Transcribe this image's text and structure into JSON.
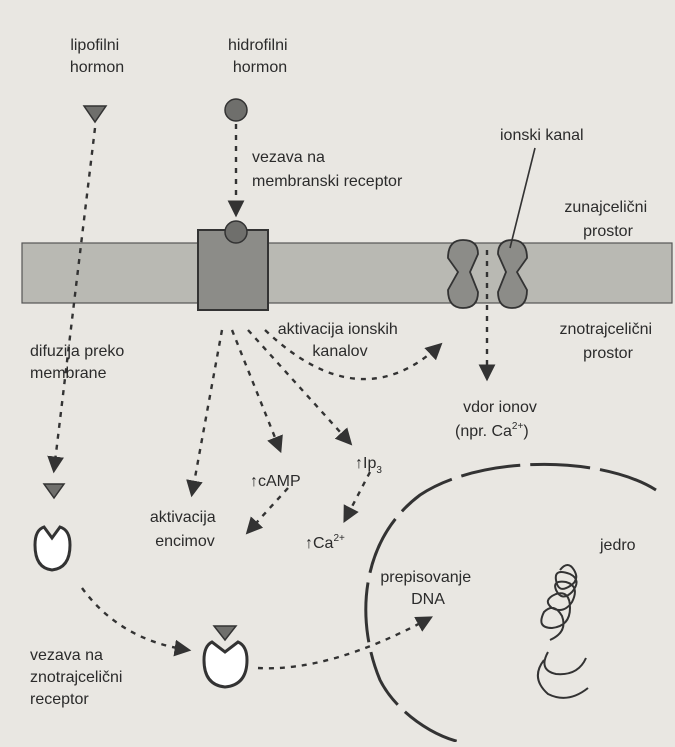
{
  "labels": {
    "lipofilni_line1": "lipofilni",
    "lipofilni_line2": "hormon",
    "hidrofilni_line1": "hidrofilni",
    "hidrofilni_line2": "hormon",
    "vezava_membr_line1": "vezava na",
    "vezava_membr_line2": "membranski receptor",
    "ionski_kanal": "ionski kanal",
    "zunaj_line1": "zunajcelični",
    "zunaj_line2": "prostor",
    "znotraj_line1": "znotrajcelični",
    "znotraj_line2": "prostor",
    "aktivacija_kanalov_line1": "aktivacija ionskih",
    "aktivacija_kanalov_line2": "kanalov",
    "difuzija_line1": "difuzija preko",
    "difuzija_line2": "membrane",
    "vdor_line1": "vdor ionov",
    "vdor_line2": "(npr. Ca",
    "vdor_sup": "2+",
    "vdor_close": ")",
    "camp": "↑cAMP",
    "ip3": "↑Ip",
    "ip3_sub": "3",
    "ca": "↑Ca",
    "ca_sup": "2+",
    "aktivacija_encimov_line1": "aktivacija",
    "aktivacija_encimov_line2": "encimov",
    "jedro": "jedro",
    "prepis_line1": "prepisovanje",
    "prepis_line2": "DNA",
    "vezava_znotraj_line1": "vezava na",
    "vezava_znotraj_line2": "znotrajcelični",
    "vezava_znotraj_line3": "receptor"
  },
  "colors": {
    "membrane": "#b9b9b3",
    "receptor": "#8c8c88",
    "hormone": "#6f6f6c",
    "line": "#333333"
  }
}
